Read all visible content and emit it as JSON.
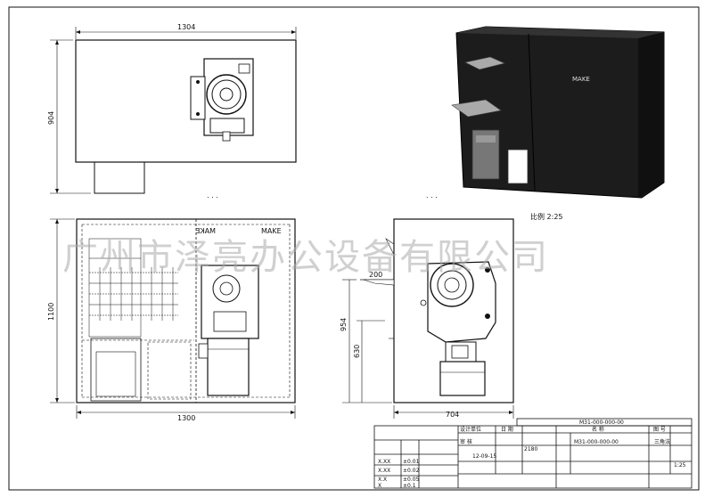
{
  "drawing": {
    "top_view": {
      "width_label": "1304",
      "depth_label": "904"
    },
    "front_view": {
      "width_label": "1300",
      "height_label": "1100",
      "mirrored_text": "MAKE",
      "brand_text": "MAKE"
    },
    "side_view": {
      "width_label": "704",
      "shelf_label": "200",
      "height_label": "954",
      "sub_height_label": "630"
    },
    "iso_view": {
      "brand_text": "MAKE",
      "scale_label": "比例 2:25"
    },
    "ellipsis": ". . .",
    "title_block": {
      "drawing_no_top": "M31-000-000-00",
      "drawing_no": "M31-000-000-00",
      "date": "12-09-15",
      "scale": "1:25",
      "weight": "2180",
      "projection": "三角法",
      "headers": [
        "设计单位",
        "日 期",
        "名 称",
        "图 号",
        "审 核"
      ],
      "tolerances": [
        {
          "range": "X.XX",
          "value": "±0.01"
        },
        {
          "range": "X.XX",
          "value": "±0.02"
        },
        {
          "range": "X.X",
          "value": "±0.05"
        },
        {
          "range": "X",
          "value": "±0.1"
        }
      ]
    },
    "watermark": "广州市泽亮办公设备有限公司"
  }
}
